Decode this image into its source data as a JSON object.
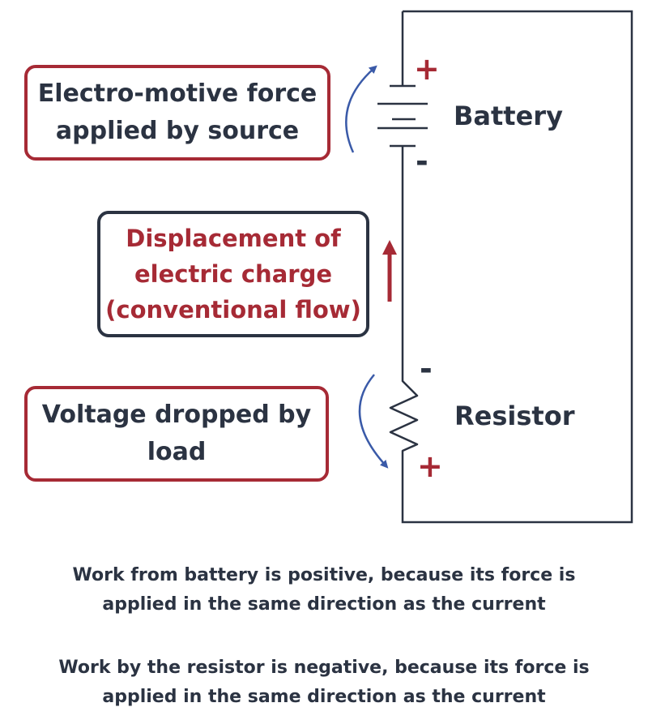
{
  "labels": {
    "emf_box": [
      "Electro-motive force",
      "applied by source"
    ],
    "displacement_box": [
      "Displacement of",
      "electric charge",
      "(conventional flow)"
    ],
    "voltage_box": [
      "Voltage dropped by",
      "load"
    ],
    "battery": "Battery",
    "resistor": "Resistor"
  },
  "signs": {
    "battery_top": "+",
    "battery_bottom": "-",
    "resistor_top": "-",
    "resistor_bottom": "+"
  },
  "notes": [
    [
      "Work from battery is positive, because its force is",
      "applied in the same direction as the current"
    ],
    [
      "Work by the resistor is negative, because its force is",
      "applied in the same direction as the current"
    ]
  ],
  "colors": {
    "dark": "#2b3342",
    "red": "#a62a35",
    "blue": "#3a5aa8"
  }
}
